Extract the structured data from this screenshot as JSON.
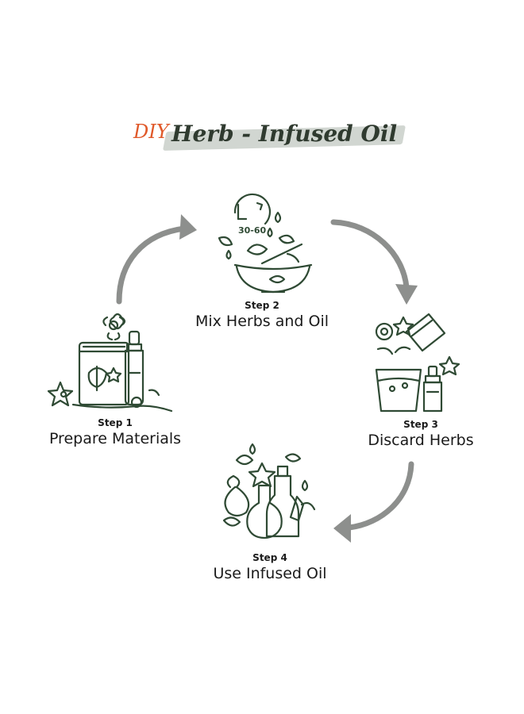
{
  "title": {
    "prefix": "DIY",
    "main": "Herb - Infused Oil"
  },
  "steps": [
    {
      "number": "Step 1",
      "label": "Prepare Materials",
      "icon": "jar-bottle-flowers-icon"
    },
    {
      "number": "Step 2",
      "label": "Mix Herbs and Oil",
      "icon": "clock-bowl-herbs-icon",
      "clock_text": "30-60"
    },
    {
      "number": "Step 3",
      "label": "Discard Herbs",
      "icon": "glass-dropper-herbs-icon"
    },
    {
      "number": "Step 4",
      "label": "Use Infused Oil",
      "icon": "pouch-bottles-leaves-icon"
    }
  ],
  "colors": {
    "accent": "#e0592a",
    "title": "#2f3a2f",
    "icon_stroke": "#2f4a34",
    "arrow": "#8d8f8d"
  }
}
